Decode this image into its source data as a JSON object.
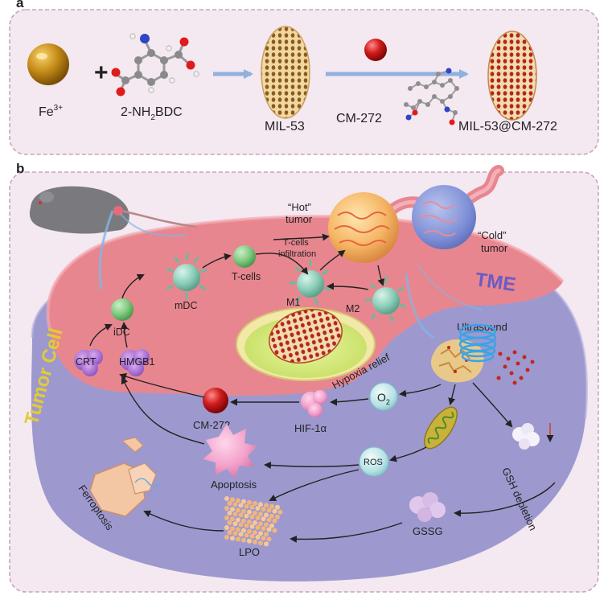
{
  "panel_a": {
    "letter": "a",
    "fe_label": "Fe",
    "fe_sup": "3+",
    "plus": "+",
    "linker_pre": "2-NH",
    "linker_sub": "2",
    "linker_post": "BDC",
    "mil53": "MIL-53",
    "cm272": "CM-272",
    "product": "MIL-53@CM-272"
  },
  "panel_b": {
    "letter": "b",
    "hot_tumor_1": "“Hot”",
    "hot_tumor_2": "tumor",
    "cold_tumor_1": "“Cold”",
    "cold_tumor_2": "tumor",
    "tcell_infil_1": "T-cells",
    "tcell_infil_2": "infiltration",
    "tcells": "T-cells",
    "mdc": "mDC",
    "idc": "iDC",
    "m1": "M1",
    "m2": "M2",
    "tme": "TME",
    "crt": "CRT",
    "hmgb1": "HMGB1",
    "tumor_cell": "Tumor Cell",
    "ultrasound": "Ultrasound",
    "hypoxia": "Hypoxia relief",
    "o2_main": "O",
    "o2_sub": "2",
    "hif": "HIF-1α",
    "cm272": "CM-272",
    "ros": "ROS",
    "apoptosis": "Apoptosis",
    "ferroptosis": "Ferroptosis",
    "gsh": "GSH depletion",
    "gssg": "GSSG",
    "lpo": "LPO"
  },
  "colors": {
    "panel_bg": "#f4e8f1",
    "panel_border": "#c9a3bf",
    "tme_pink": "#e8868f",
    "tumor_purple": "#9d99cf",
    "tme_text": "#6a5bc6",
    "tumor_cell_text": "#e2cc33",
    "arrow_blue": "#8fb1de"
  }
}
